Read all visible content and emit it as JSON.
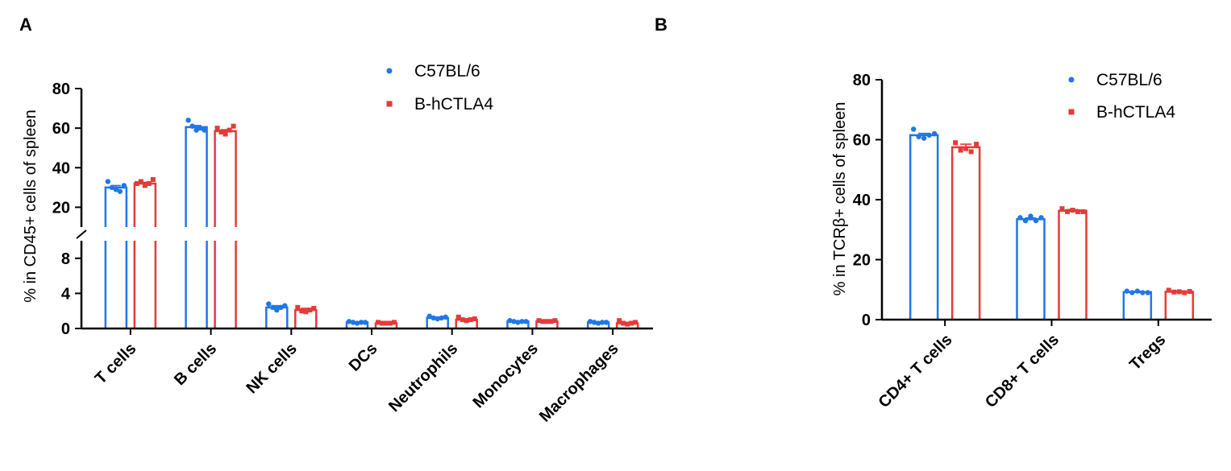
{
  "colors": {
    "C57BL/6": "#1f77e8",
    "B-hCTLA4": "#e53a3a",
    "axis": "#000000"
  },
  "chart_data": [
    {
      "panel": "A",
      "type": "bar",
      "ylabel": "% in CD45+ cells of spleen",
      "categories": [
        "T cells",
        "B cells",
        "NK cells",
        "DCs",
        "Neutrophils",
        "Monocytes",
        "Macrophages"
      ],
      "y_axis_break": {
        "lower": [
          0,
          10
        ],
        "upper": [
          10,
          80
        ]
      },
      "lower_ticks": [
        0,
        4,
        8
      ],
      "upper_ticks": [
        20,
        40,
        60,
        80
      ],
      "legend_position": "top-center",
      "series": [
        {
          "name": "C57BL/6",
          "marker": "circle",
          "values": [
            30,
            60.5,
            2.4,
            0.7,
            1.2,
            0.8,
            0.7
          ],
          "errors": [
            1.0,
            0.8,
            0.2,
            0.05,
            0.1,
            0.05,
            0.05
          ],
          "points": [
            [
              33,
              30,
              29,
              28,
              31
            ],
            [
              64,
              61,
              59,
              60,
              59
            ],
            [
              2.8,
              2.4,
              2.1,
              2.4,
              2.6
            ],
            [
              0.8,
              0.7,
              0.6,
              0.7,
              0.7
            ],
            [
              1.4,
              1.2,
              1.1,
              1.2,
              1.3
            ],
            [
              0.9,
              0.8,
              0.7,
              0.8,
              0.8
            ],
            [
              0.8,
              0.7,
              0.6,
              0.7,
              0.7
            ]
          ]
        },
        {
          "name": "B-hCTLA4",
          "marker": "square",
          "values": [
            32,
            58.5,
            2.1,
            0.6,
            1.0,
            0.8,
            0.6
          ],
          "errors": [
            0.6,
            0.7,
            0.2,
            0.05,
            0.1,
            0.05,
            0.1
          ],
          "points": [
            [
              32,
              33,
              31,
              32,
              34
            ],
            [
              60,
              58,
              57,
              59,
              61
            ],
            [
              2.4,
              2.0,
              1.9,
              2.1,
              2.3
            ],
            [
              0.7,
              0.6,
              0.6,
              0.6,
              0.7
            ],
            [
              1.3,
              1.0,
              0.9,
              1.0,
              1.1
            ],
            [
              0.9,
              0.8,
              0.8,
              0.8,
              0.9
            ],
            [
              0.9,
              0.6,
              0.5,
              0.6,
              0.7
            ]
          ]
        }
      ]
    },
    {
      "panel": "B",
      "type": "bar",
      "ylabel": "% in TCRβ+ cells of spleen",
      "categories": [
        "CD4+ T cells",
        "CD8+ T cells",
        "Tregs"
      ],
      "ylim": [
        0,
        80
      ],
      "ticks": [
        0,
        20,
        40,
        60,
        80
      ],
      "legend_position": "top-right",
      "series": [
        {
          "name": "C57BL/6",
          "marker": "circle",
          "values": [
            61.5,
            33.5,
            9.2
          ],
          "errors": [
            0.6,
            0.4,
            0.2
          ],
          "points": [
            [
              63.5,
              61,
              60.5,
              61.5,
              62
            ],
            [
              34,
              33,
              34.5,
              33,
              34
            ],
            [
              9.5,
              9,
              9.5,
              9,
              9
            ]
          ]
        },
        {
          "name": "B-hCTLA4",
          "marker": "square",
          "values": [
            57.5,
            36.3,
            9.3
          ],
          "errors": [
            1.0,
            0.4,
            0.2
          ],
          "points": [
            [
              59,
              56.5,
              57,
              56,
              58.5
            ],
            [
              37,
              36,
              36.5,
              36,
              36
            ],
            [
              9.8,
              9.2,
              9.3,
              9.0,
              9.4
            ]
          ]
        }
      ]
    }
  ]
}
